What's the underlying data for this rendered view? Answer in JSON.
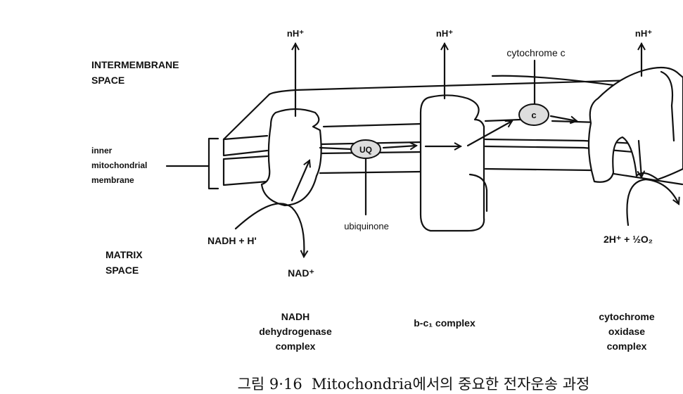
{
  "regions": {
    "intermembrane": [
      "INTERMEMBRANE",
      "SPACE"
    ],
    "matrix": [
      "MATRIX",
      "SPACE"
    ],
    "membrane": [
      "inner",
      "mitochondrial",
      "membrane"
    ]
  },
  "proton_labels": [
    "nH⁺",
    "nH⁺",
    "nH⁺"
  ],
  "molecules": {
    "ubiquinone": "ubiquinone",
    "ubiquinone_symbol": "UQ",
    "cytochrome_c": "cytochrome c",
    "cytochrome_c_symbol": "c"
  },
  "reactants": {
    "nadh": "NADH + H'",
    "nad": "NAD⁺",
    "oxygen": "2H⁺ + ½O₂"
  },
  "complexes": {
    "nadh_dehydrogenase": [
      "NADH",
      "dehydrogenase",
      "complex"
    ],
    "bc1": "b-c₁ complex",
    "cytochrome_oxidase": [
      "cytochrome",
      "oxidase",
      "complex"
    ]
  },
  "caption": "그림 9·16  Mitochondria에서의 중요한 전자운송 과정"
}
